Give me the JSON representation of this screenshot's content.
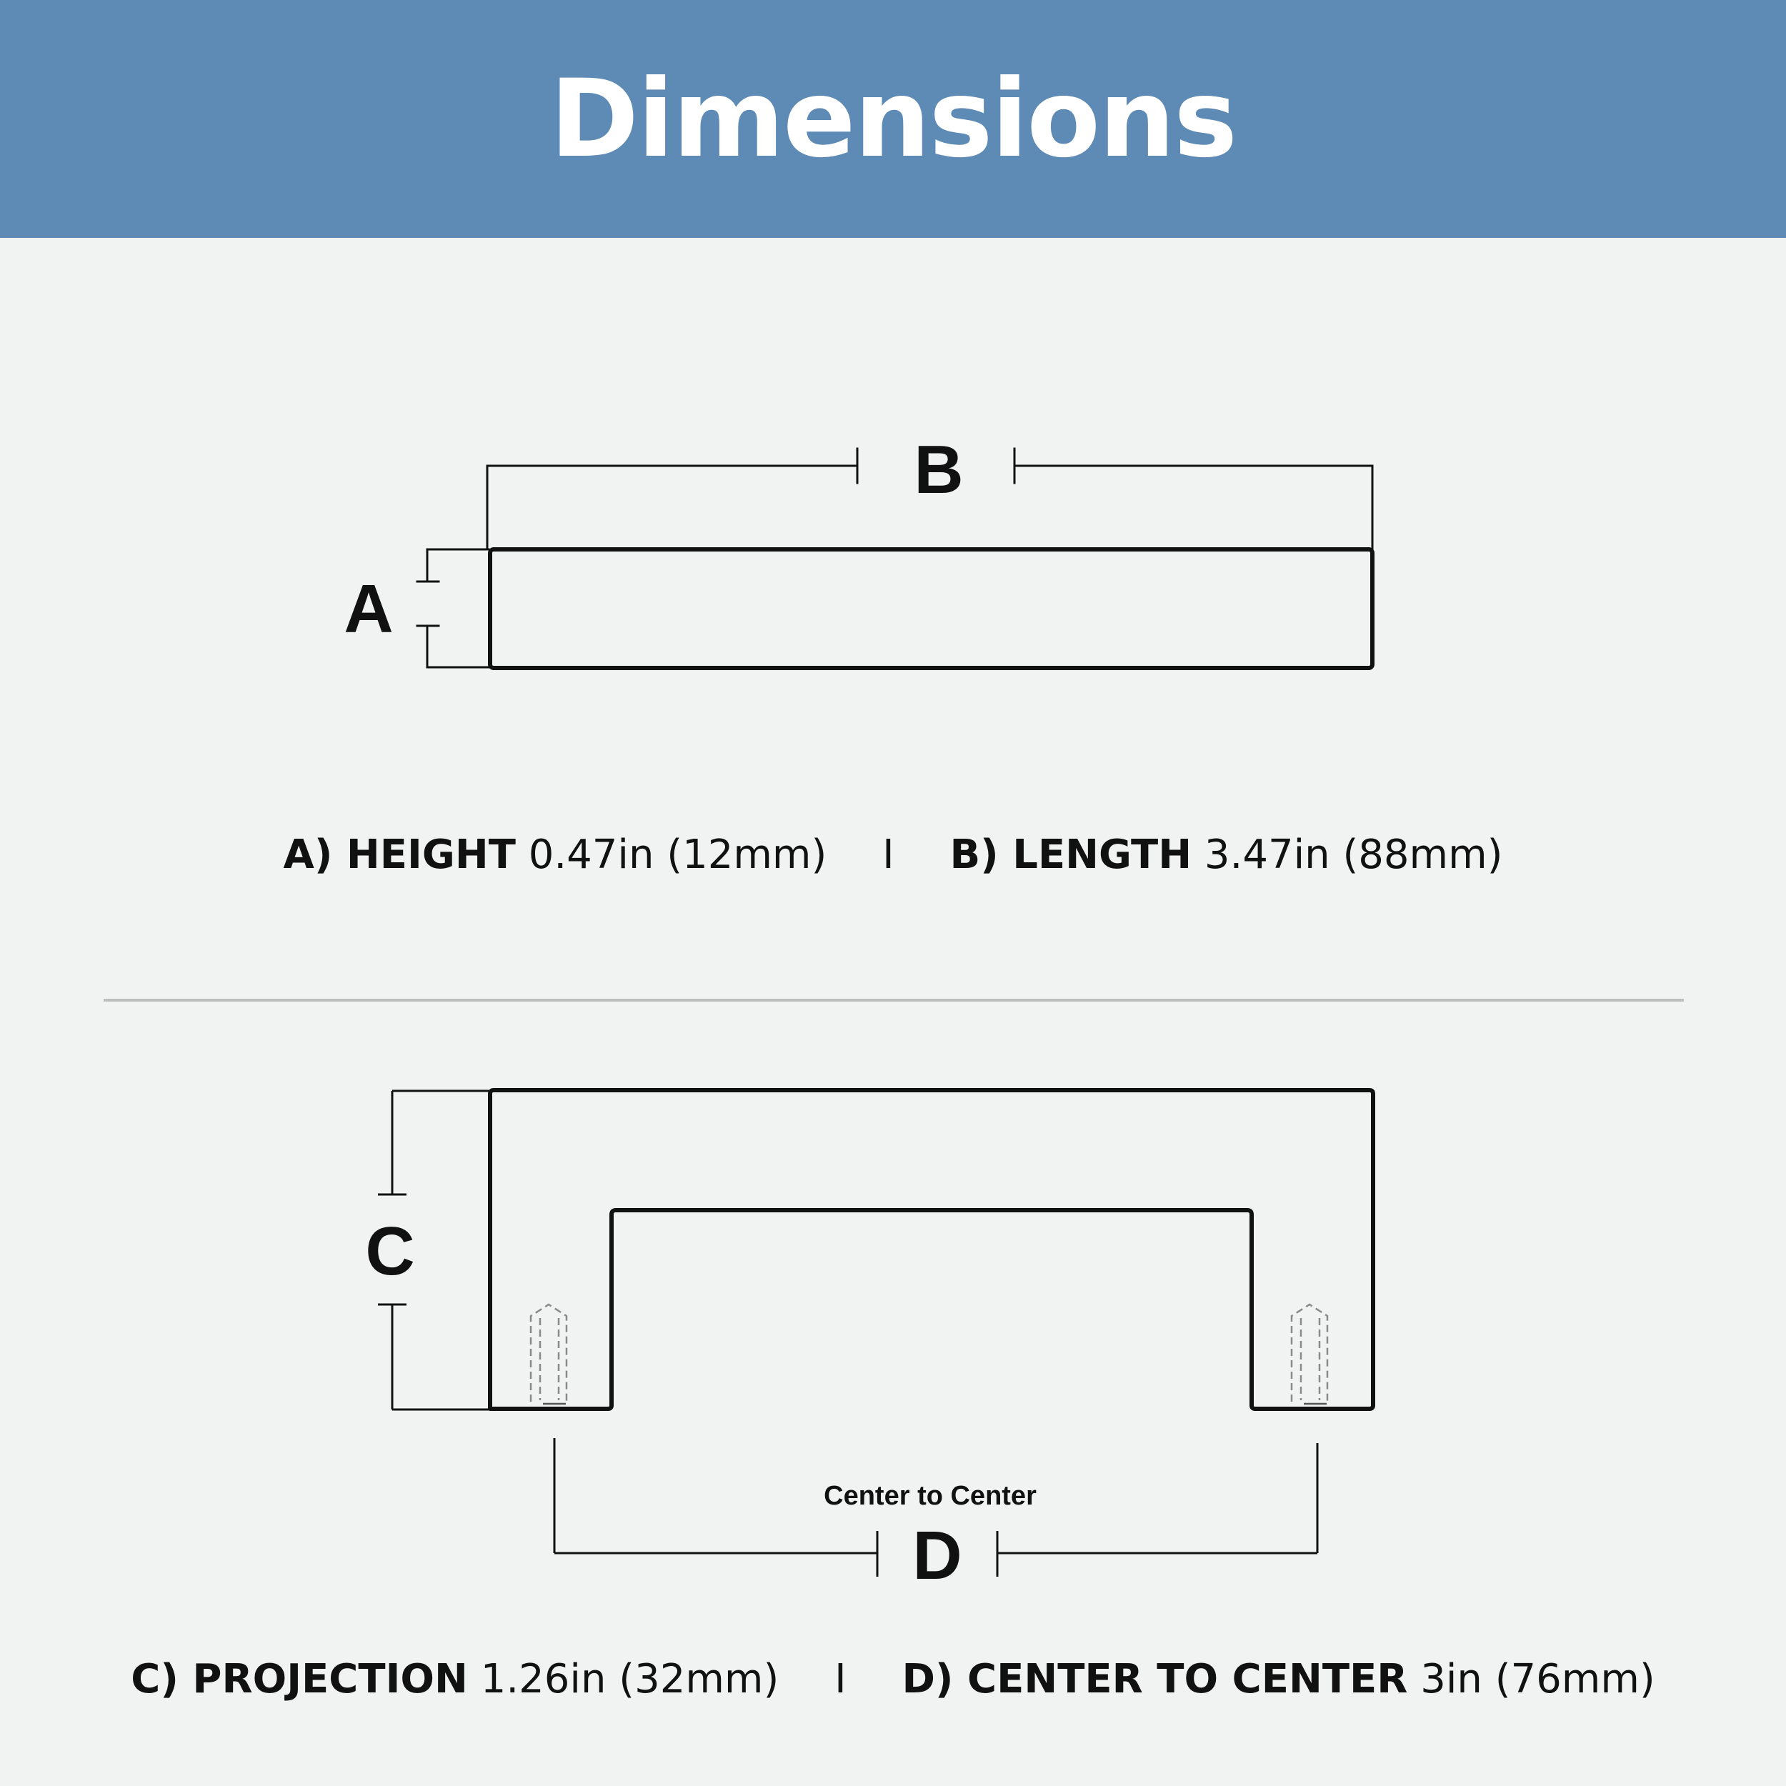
{
  "header": {
    "title": "Dimensions"
  },
  "top_diagram": {
    "label_a": "A",
    "label_b": "B"
  },
  "top_caption": {
    "a_label": "A) HEIGHT",
    "a_value": "0.47in (12mm)",
    "separator": "I",
    "b_label": "B) LENGTH",
    "b_value": "3.47in (88mm)"
  },
  "bottom_diagram": {
    "label_c": "C",
    "label_d": "D",
    "center_note": "Center to Center"
  },
  "bottom_caption": {
    "c_label": "C) PROJECTION",
    "c_value": "1.26in (32mm)",
    "separator": "I",
    "d_label": "D) CENTER TO CENTER",
    "d_value": "3in (76mm)"
  },
  "colors": {
    "header_bg": "#5e8bb5",
    "page_bg": "#f1f2f2",
    "line": "#111111",
    "divider": "#bdbdbd"
  }
}
